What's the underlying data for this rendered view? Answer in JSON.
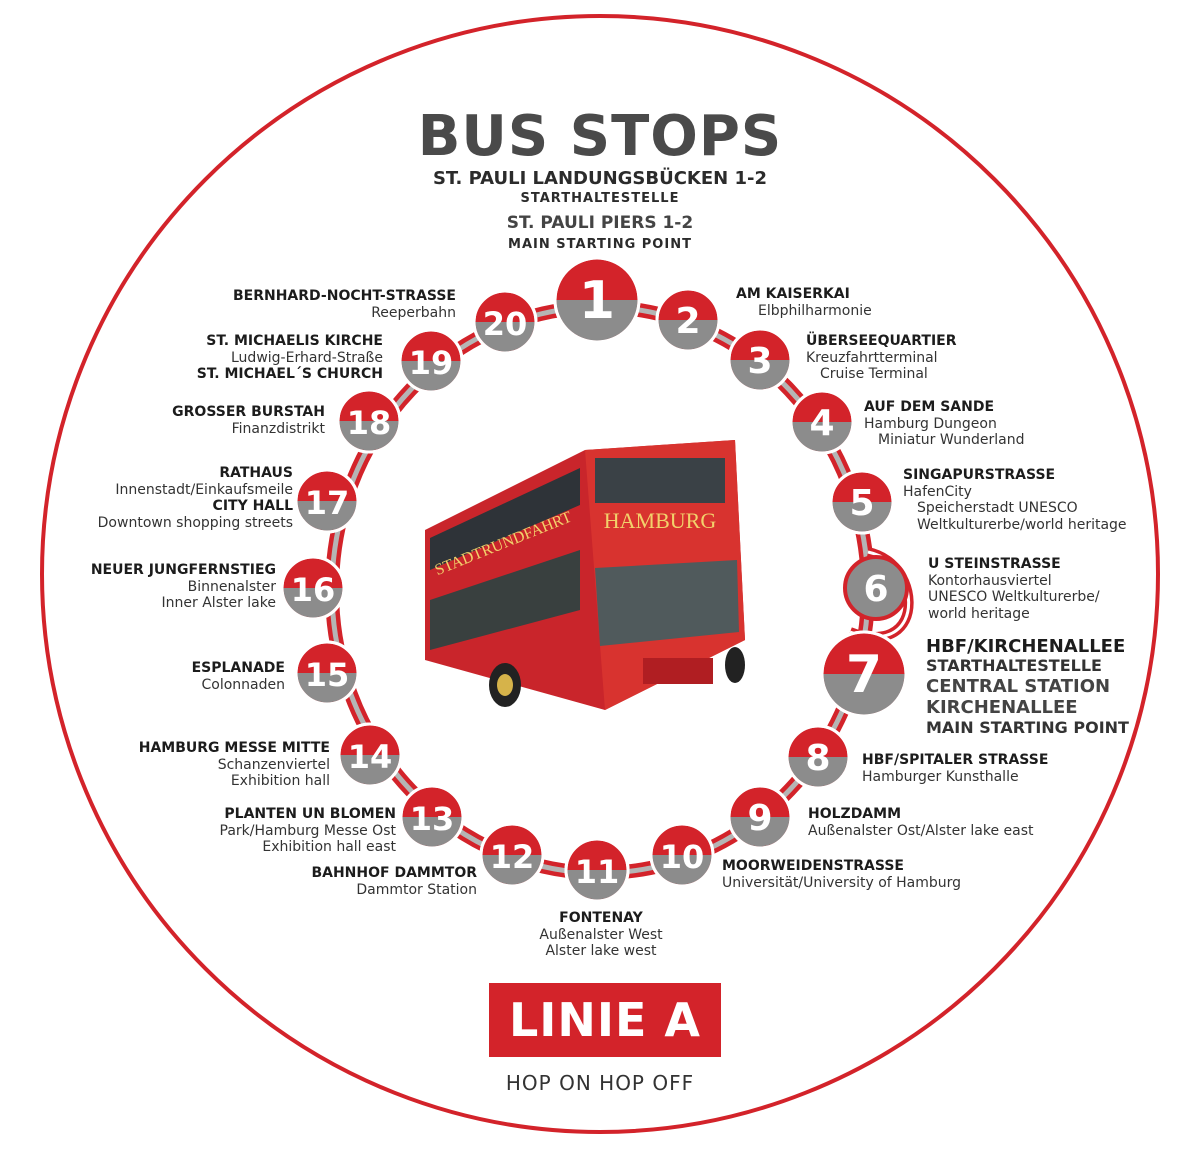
{
  "header": {
    "title": "BUS STOPS",
    "line1": "ST. PAULI LANDUNGSBÜCKEN 1-2",
    "line2": "STARTHALTESTELLE",
    "line3": "ST. PAULI PIERS 1-2",
    "line4": "MAIN STARTING POINT"
  },
  "colors": {
    "accent": "#d3232a",
    "gray": "#8c8c8c",
    "route": "#a6a6a6"
  },
  "stops": [
    {
      "num": "1",
      "name": "",
      "lines": []
    },
    {
      "num": "2",
      "name": "AM KAISERKAI",
      "lines": [
        "Elbphilharmonie"
      ]
    },
    {
      "num": "3",
      "name": "ÜBERSEEQUARTIER",
      "lines": [
        "Kreuzfahrtterminal",
        "Cruise Terminal"
      ]
    },
    {
      "num": "4",
      "name": "AUF DEM SANDE",
      "lines": [
        "Hamburg Dungeon",
        "Miniatur Wunderland"
      ]
    },
    {
      "num": "5",
      "name": "SINGAPURSTRASSE",
      "lines": [
        "HafenCity",
        "Speicherstadt UNESCO",
        "Weltkulturerbe/world heritage"
      ]
    },
    {
      "num": "6",
      "name": "U STEINSTRASSE",
      "lines": [
        "Kontorhausviertel",
        "UNESCO Weltkulturerbe/",
        "world heritage"
      ]
    },
    {
      "num": "7",
      "name": "HBF/KIRCHENALLEE",
      "lines": [
        "STARTHALTESTELLE",
        "CENTRAL STATION",
        "KIRCHENALLEE",
        "MAIN STARTING POINT"
      ]
    },
    {
      "num": "8",
      "name": "HBF/SPITALER STRASSE",
      "lines": [
        "Hamburger Kunsthalle"
      ]
    },
    {
      "num": "9",
      "name": "HOLZDAMM",
      "lines": [
        "Außenalster Ost/Alster lake east"
      ]
    },
    {
      "num": "10",
      "name": "MOORWEIDENSTRASSE",
      "lines": [
        "Universität/University of Hamburg"
      ]
    },
    {
      "num": "11",
      "name": "FONTENAY",
      "lines": [
        "Außenalster West",
        "Alster lake west"
      ]
    },
    {
      "num": "12",
      "name": "BAHNHOF DAMMTOR",
      "lines": [
        "Dammtor Station"
      ]
    },
    {
      "num": "13",
      "name": "PLANTEN UN BLOMEN",
      "lines": [
        "Park/Hamburg Messe Ost",
        "Exhibition hall east"
      ]
    },
    {
      "num": "14",
      "name": "HAMBURG MESSE MITTE",
      "lines": [
        "Schanzenviertel",
        "Exhibition hall"
      ]
    },
    {
      "num": "15",
      "name": "ESPLANADE",
      "lines": [
        "Colonnaden"
      ]
    },
    {
      "num": "16",
      "name": "NEUER JUNGFERNSTIEG",
      "lines": [
        "Binnenalster",
        "Inner Alster lake"
      ]
    },
    {
      "num": "17",
      "name": "RATHAUS",
      "lines": [
        "Innenstadt/Einkaufsmeile",
        "CITY HALL",
        "Downtown shopping streets"
      ]
    },
    {
      "num": "18",
      "name": "GROSSER BURSTAH",
      "lines": [
        "Finanzdistrikt"
      ]
    },
    {
      "num": "19",
      "name": "ST. MICHAELIS KIRCHE",
      "lines": [
        "Ludwig-Erhard-Straße",
        "ST. MICHAEL´S CHURCH"
      ]
    },
    {
      "num": "20",
      "name": "BERNHARD-NOCHT-STRASSE",
      "lines": [
        "Reeperbahn"
      ]
    }
  ],
  "bus": {
    "front_sign": "HAMBURG",
    "side_sign": "STADTRUNDFAHRT"
  },
  "footer": {
    "badge": "LINIE A",
    "tagline": "HOP ON HOP OFF"
  }
}
